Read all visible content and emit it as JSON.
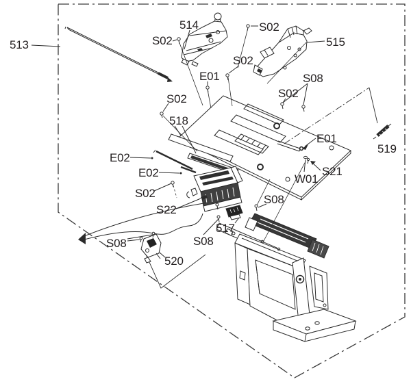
{
  "figure": {
    "type": "exploded-parts-diagram",
    "background": "#ffffff",
    "line_color": "#2a2a2a",
    "text_color": "#231f20"
  },
  "callouts": [
    {
      "id": "513",
      "text": "513"
    },
    {
      "id": "514",
      "text": "514"
    },
    {
      "id": "s02-1",
      "text": "S02"
    },
    {
      "id": "s02-2",
      "text": "S02"
    },
    {
      "id": "515",
      "text": "515"
    },
    {
      "id": "e01-1",
      "text": "E01"
    },
    {
      "id": "s02-3",
      "text": "S02"
    },
    {
      "id": "s08-1",
      "text": "S08"
    },
    {
      "id": "s02-4",
      "text": "S02"
    },
    {
      "id": "s02-5",
      "text": "S02"
    },
    {
      "id": "518",
      "text": "518"
    },
    {
      "id": "e02-1",
      "text": "E02"
    },
    {
      "id": "e02-2",
      "text": "E02"
    },
    {
      "id": "s02-6",
      "text": "S02"
    },
    {
      "id": "s22",
      "text": "S22"
    },
    {
      "id": "e01-2",
      "text": "E01"
    },
    {
      "id": "519",
      "text": "519"
    },
    {
      "id": "s21",
      "text": "S21"
    },
    {
      "id": "w01",
      "text": "W01"
    },
    {
      "id": "s08-2",
      "text": "S08"
    },
    {
      "id": "517",
      "text": "517"
    },
    {
      "id": "s08-3",
      "text": "S08"
    },
    {
      "id": "s08-4",
      "text": "S08"
    },
    {
      "id": "520",
      "text": "520"
    }
  ]
}
